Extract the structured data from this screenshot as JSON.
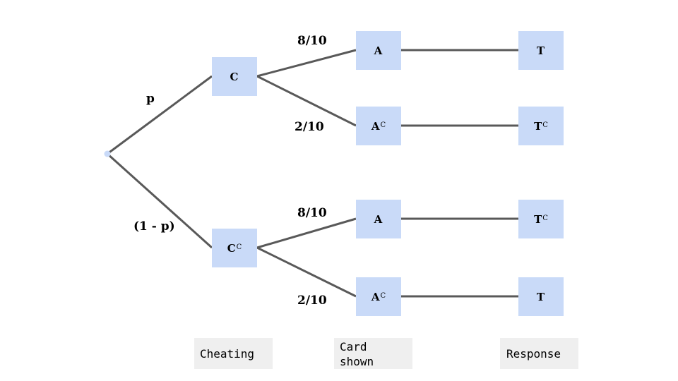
{
  "nodes": {
    "c": {
      "base": "C",
      "sup": ""
    },
    "cc": {
      "base": "C",
      "sup": "C"
    },
    "a_top": {
      "base": "A",
      "sup": ""
    },
    "ac_top": {
      "base": "A",
      "sup": "C"
    },
    "a_bot": {
      "base": "A",
      "sup": ""
    },
    "ac_bot": {
      "base": "A",
      "sup": "C"
    },
    "t1": {
      "base": "T",
      "sup": ""
    },
    "tc1": {
      "base": "T",
      "sup": "C"
    },
    "tc2": {
      "base": "T",
      "sup": "C"
    },
    "t2": {
      "base": "T",
      "sup": ""
    }
  },
  "probabilities": {
    "p": "p",
    "one_minus_p": "(1 - p)",
    "top_a": "8/10",
    "top_ac": "2/10",
    "bot_a": "8/10",
    "bot_ac": "2/10"
  },
  "column_labels": {
    "cheating": "Cheating",
    "card_shown_line1": "Card",
    "card_shown_line2": "shown",
    "response": "Response"
  },
  "colors": {
    "node_fill": "#c9daf8",
    "edge": "#595959",
    "root_dot": "#c9daf8",
    "label_bg": "#efefef"
  }
}
